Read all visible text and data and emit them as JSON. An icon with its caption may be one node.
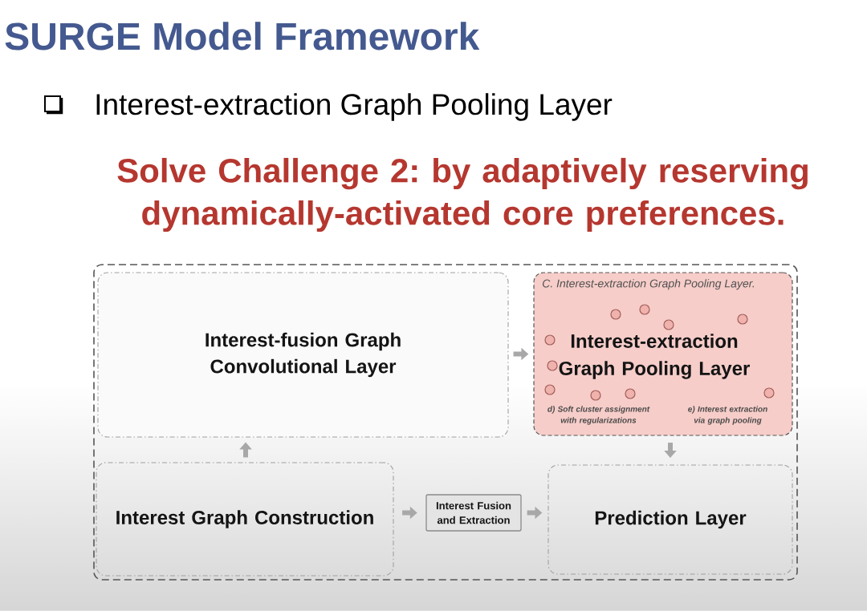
{
  "diagram": {
    "title": "SURGE Model Framework",
    "nodes": [
      {
        "text": [],
        "shape": "box"
      },
      {
        "text": [
          "Interest-fusion Graph Convolutional Layer"
        ],
        "in": 0
      },
      {
        "text": [
          "C. Interest-extraction Graph Pooling Layer.",
          "Interest-extraction Graph Pooling Layer",
          "d) Soft cluster assignment with regularizations",
          "e) Interest extraction via graph pooling"
        ],
        "in": 0
      },
      {
        "text": [
          "Interest Graph Construction"
        ],
        "in": 0
      },
      {
        "text": [
          "Interest Fusion and Extraction"
        ],
        "in": 0
      },
      {
        "text": [
          "Prediction Layer"
        ],
        "in": 0
      }
    ],
    "edges": [
      {
        "from": 3,
        "to": 1,
        "arrow": "to"
      },
      {
        "from": 1,
        "to": 2,
        "arrow": "to"
      },
      {
        "from": 2,
        "to": 5,
        "arrow": "to"
      },
      {
        "from": 3,
        "to": 4,
        "arrow": "to"
      },
      {
        "from": 4,
        "to": 5,
        "arrow": "to"
      }
    ],
    "labels": [
      "Interest-extraction Graph Pooling Layer",
      "Solve Challenge 2: by adaptively reserving dynamically-activated core preferences."
    ]
  }
}
